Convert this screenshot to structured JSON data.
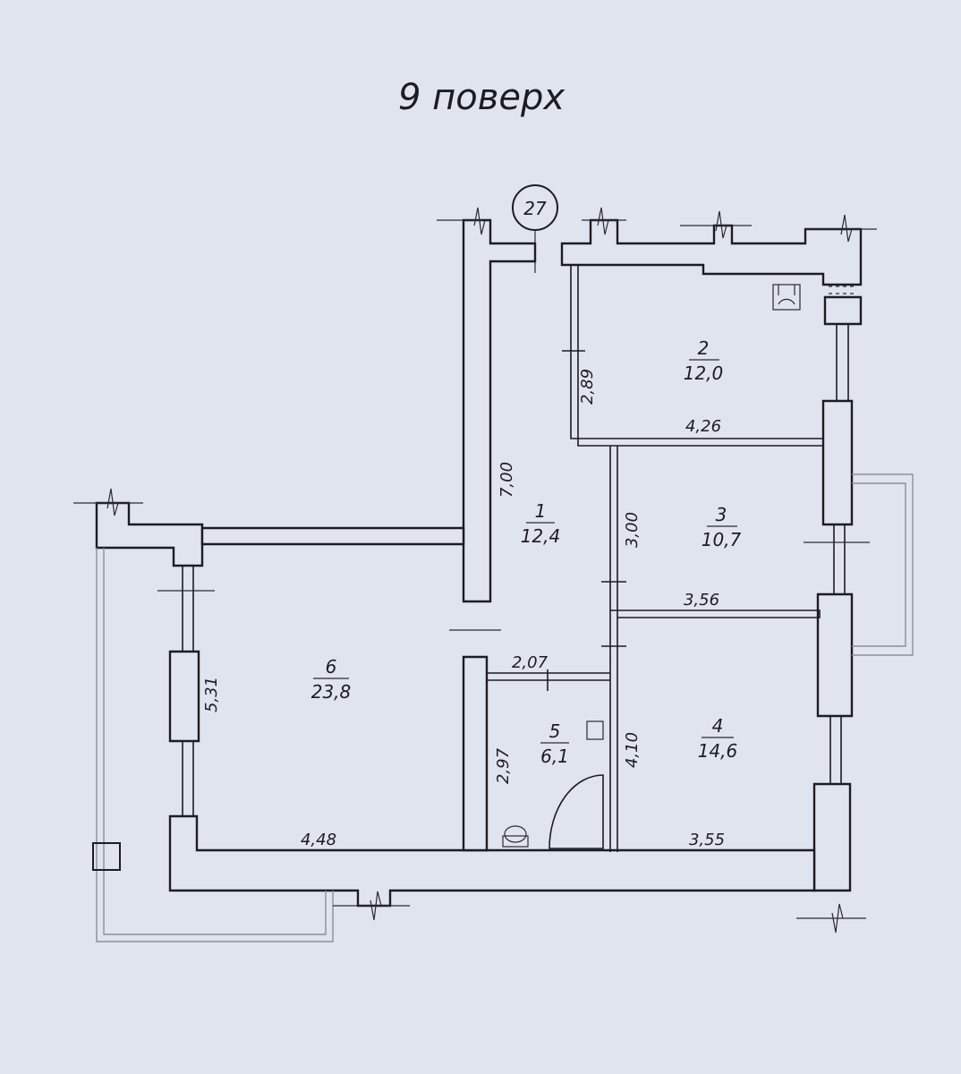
{
  "title": "9 поверх",
  "apartment_number": "27",
  "rooms": [
    {
      "number": "1",
      "area": "12,4"
    },
    {
      "number": "2",
      "area": "12,0"
    },
    {
      "number": "3",
      "area": "10,7"
    },
    {
      "number": "4",
      "area": "14,6"
    },
    {
      "number": "5",
      "area": "6,1"
    },
    {
      "number": "6",
      "area": "23,8"
    }
  ],
  "dimensions": {
    "hall_length": "7,00",
    "room2_depth": "2,89",
    "room2_width": "4,26",
    "room3_depth": "3,00",
    "room3_width": "3,56",
    "bath_width": "2,07",
    "bath_depth": "2,97",
    "room4_depth": "4,10",
    "room4_width": "3,55",
    "room6_depth": "5,31",
    "room6_width": "4,48"
  },
  "colors": {
    "paper": "#dfe4ef",
    "ink": "#1c1c22"
  }
}
